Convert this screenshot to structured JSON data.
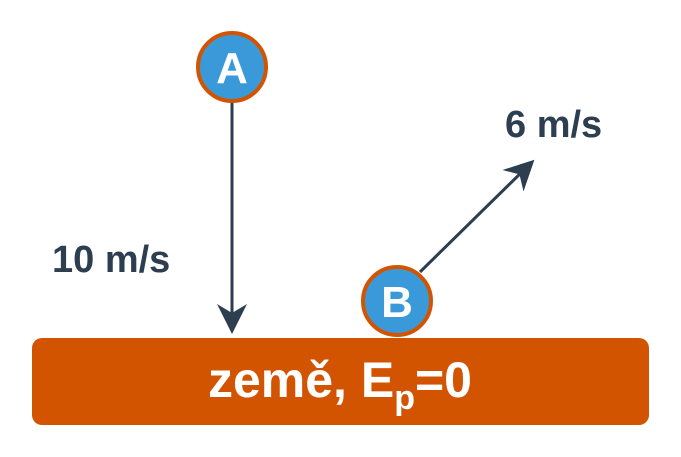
{
  "colors": {
    "ground": "#d35400",
    "ball_fill": "#3a9ad9",
    "ball_stroke": "#d35400",
    "arrow": "#2c3e50",
    "text_dark": "#2c3e50",
    "text_light": "#ffffff"
  },
  "ball_a": {
    "label": "A",
    "speed": "10 m/s"
  },
  "ball_b": {
    "label": "B",
    "speed": "6 m/s"
  },
  "ground": {
    "label_main": "země, E",
    "label_sub": "p",
    "label_end": "=0"
  }
}
